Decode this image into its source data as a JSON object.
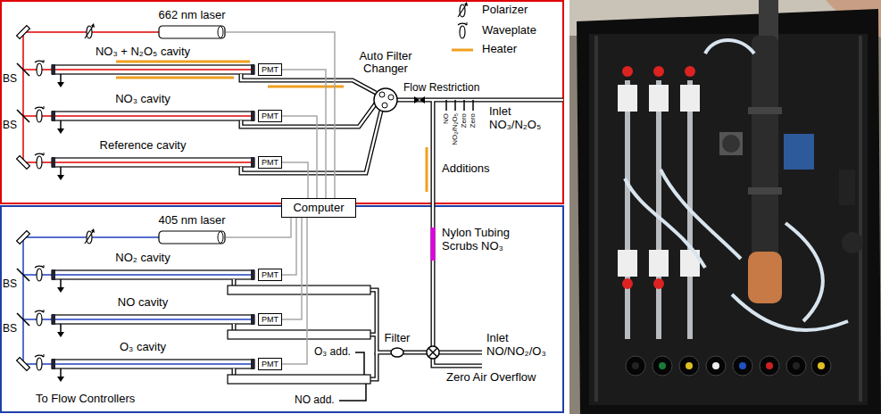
{
  "diagram": {
    "nodes": [
      {
        "text": [
          "662 nm laser"
        ]
      },
      {
        "text": [
          "PMT"
        ]
      },
      {
        "text": [
          "PMT"
        ]
      },
      {
        "text": [
          "PMT"
        ]
      },
      {
        "text": [
          "Computer"
        ]
      },
      {
        "text": [
          "405 nm laser"
        ]
      },
      {
        "text": [
          "PMT"
        ]
      },
      {
        "text": [
          "PMT"
        ]
      },
      {
        "text": [
          "PMT"
        ]
      }
    ],
    "edges": [
      {
        "from": 0,
        "to": 4,
        "arrow": "none"
      },
      {
        "from": 1,
        "to": 4,
        "arrow": "none"
      },
      {
        "from": 2,
        "to": 4,
        "arrow": "none"
      },
      {
        "from": 3,
        "to": 4,
        "arrow": "none"
      },
      {
        "from": 5,
        "to": 4,
        "arrow": "none"
      },
      {
        "from": 6,
        "to": 4,
        "arrow": "none"
      },
      {
        "from": 7,
        "to": 4,
        "arrow": "none"
      },
      {
        "from": 8,
        "to": 4,
        "arrow": "none"
      }
    ],
    "labels": [
      "BS",
      "BS",
      "NO₃ + N₂O₅ cavity",
      "NO₃ cavity",
      "Reference cavity",
      "Auto Filter Changer",
      "Flow Restriction",
      "NO",
      "NO₂/N₂O₅",
      "Zero",
      "Zero",
      "Inlet NO₃/N₂O₅",
      "Additions",
      "Nylon Tubing Scrubs NO₃",
      "BS",
      "BS",
      "NO₂ cavity",
      "NO cavity",
      "O₃ cavity",
      "O₃ add.",
      "NO add.",
      "To Flow Controllers",
      "Filter",
      "Inlet NO/NO₂/O₃",
      "Zero Air Overflow"
    ],
    "legend": [
      {
        "text": "Polarizer"
      },
      {
        "text": "Waveplate"
      },
      {
        "text": "Heater"
      }
    ]
  }
}
